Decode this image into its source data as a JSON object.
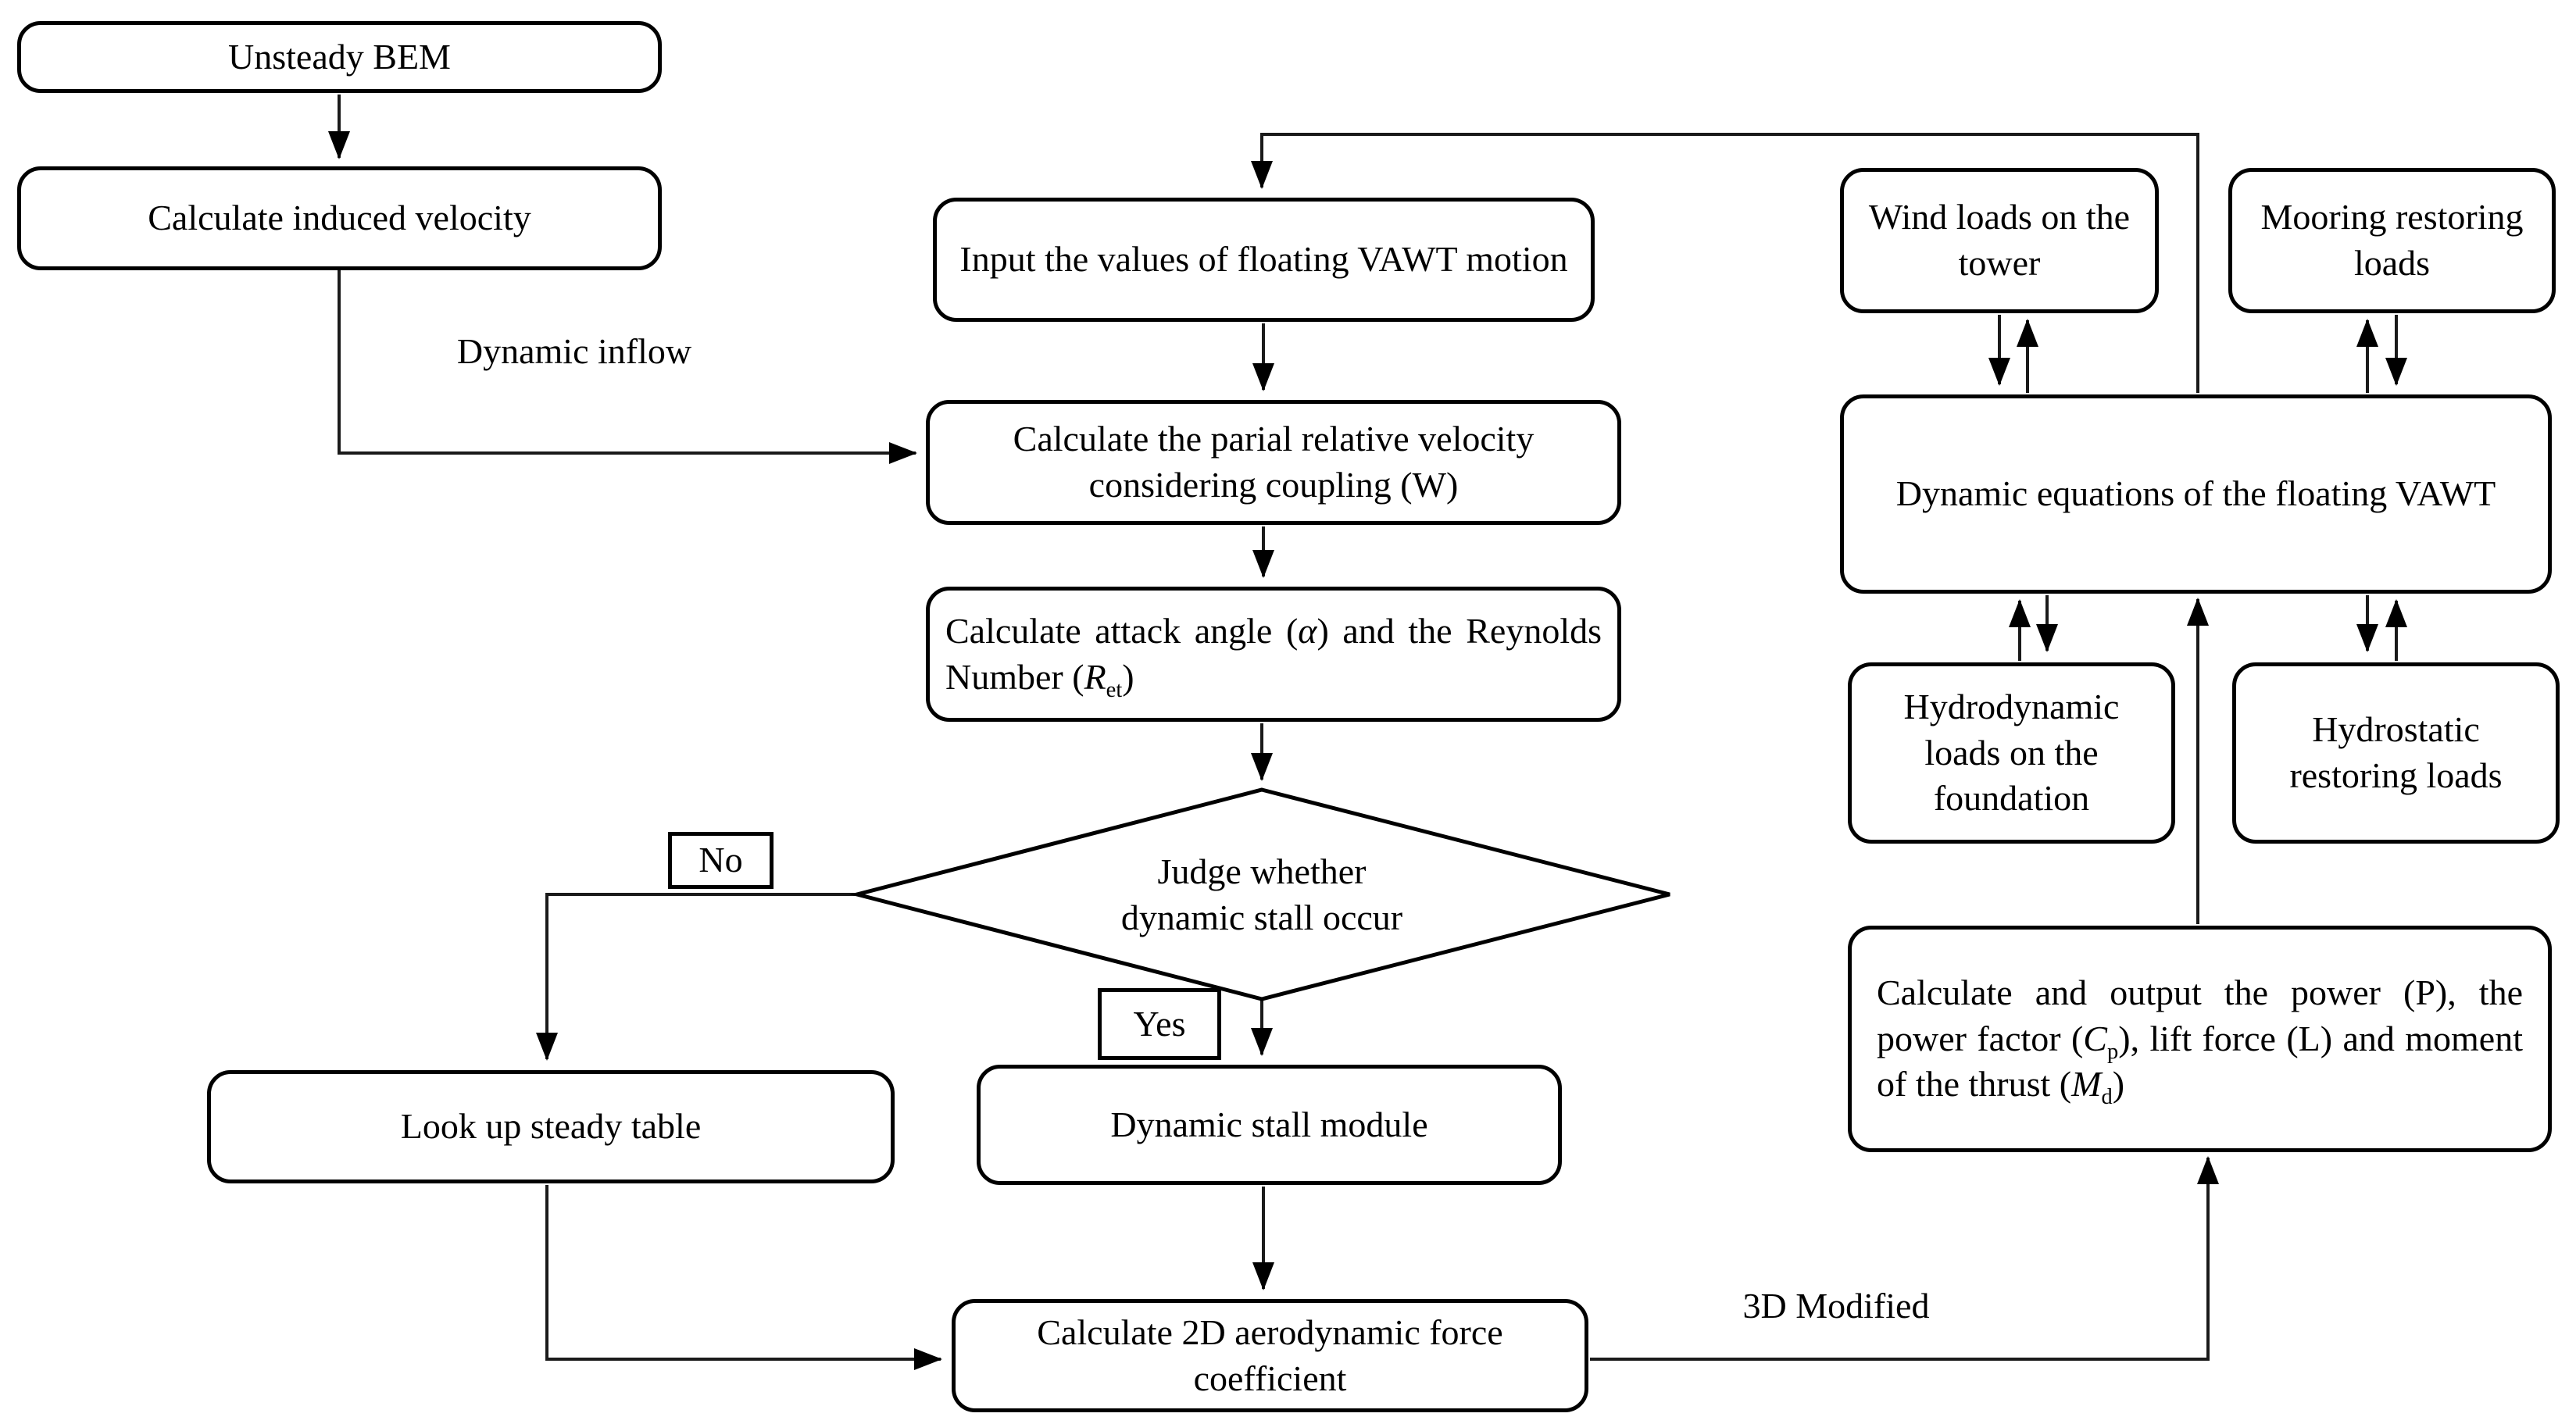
{
  "colors": {
    "background": "#ffffff",
    "line": "#1a1a1a",
    "border": "#000000",
    "text": "#000000"
  },
  "nodes": {
    "unsteady_bem": {
      "label": "Unsteady BEM"
    },
    "induced_velocity": {
      "label": "Calculate induced velocity"
    },
    "input_motion": {
      "label": "Input the values of floating VAWT motion"
    },
    "relative_velocity": {
      "label": "Calculate the parial relative velocity considering coupling (W)"
    },
    "attack_angle": {
      "pre": "Calculate attack angle (",
      "alpha": "α",
      "mid": ") and the Reynolds Number (",
      "var": "R",
      "sub": "et",
      "post": ")"
    },
    "judge_stall": {
      "line1": "Judge whether",
      "line2": "dynamic stall occur"
    },
    "lookup_table": {
      "label": "Look up steady table"
    },
    "stall_module": {
      "label": "Dynamic stall module"
    },
    "coefficient_2d": {
      "label": "Calculate 2D aerodynamic force coefficient"
    },
    "wind_loads": {
      "label": "Wind loads on the tower"
    },
    "mooring_loads": {
      "label": "Mooring restoring loads"
    },
    "dynamic_equations": {
      "label": "Dynamic equations of the floating VAWT"
    },
    "hydrodynamic_loads": {
      "label": "Hydrodynamic loads on the foundation"
    },
    "hydrostatic_loads": {
      "label": "Hydrostatic restoring loads"
    },
    "power_output": {
      "p1": "Calculate and output the power (P), the power factor (",
      "c": "C",
      "c_sub": "p",
      "p2": "), lift force (L) and moment of the thrust (",
      "m": "M",
      "m_sub": "d",
      "p3": ")"
    }
  },
  "labels": {
    "dynamic_inflow": "Dynamic inflow",
    "no": "No",
    "yes": "Yes",
    "modified_3d": "3D Modified"
  }
}
